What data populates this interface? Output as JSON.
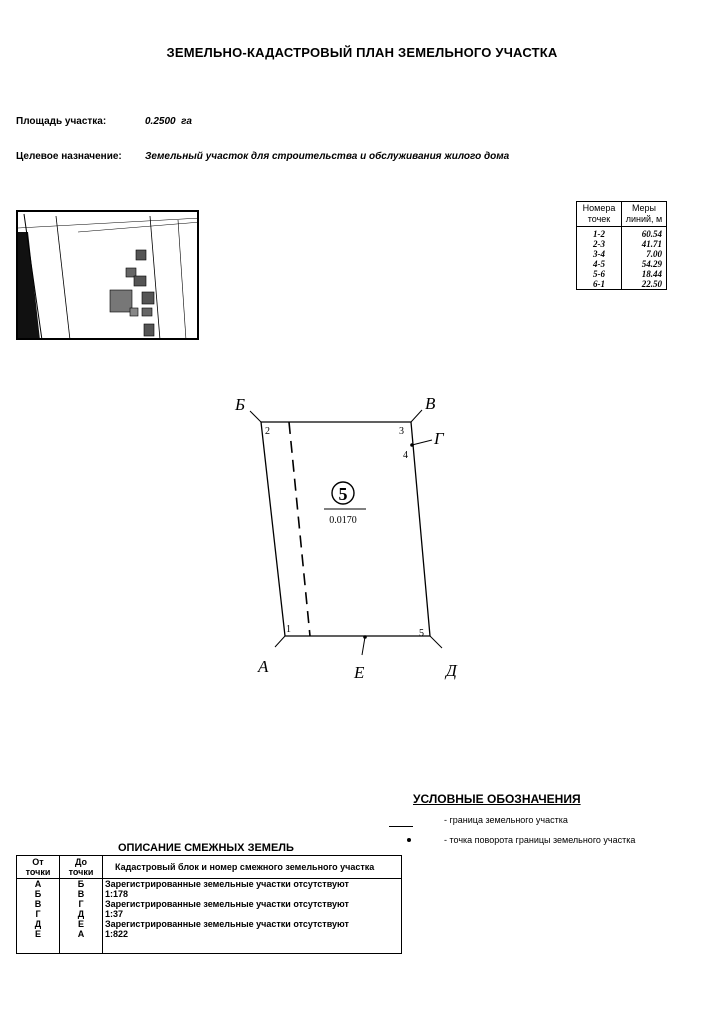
{
  "header": {
    "title": "ЗЕМЕЛЬНО-КАДАСТРОВЫЙ ПЛАН ЗЕМЕЛЬНОГО УЧАСТКА"
  },
  "info": {
    "area_label": "Площадь участка:",
    "area_value": "0.2500  га",
    "purpose_label": "Целевое назначение:",
    "purpose_value": "Земельный участок для строительства и обслуживания жилого дома"
  },
  "lengths_table": {
    "col1": "Номера точек",
    "col2": "Меры линий, м",
    "rows": [
      {
        "pair": "1-2",
        "len": "60.54"
      },
      {
        "pair": "2-3",
        "len": "41.71"
      },
      {
        "pair": "3-4",
        "len": "7.00"
      },
      {
        "pair": "4-5",
        "len": "54.29"
      },
      {
        "pair": "5-6",
        "len": "18.44"
      },
      {
        "pair": "6-1",
        "len": "22.50"
      }
    ]
  },
  "plan": {
    "plot_number": "5",
    "plot_area": "0.0170",
    "points": [
      "1",
      "2",
      "3",
      "4",
      "5"
    ],
    "letters": {
      "A": "А",
      "B": "Б",
      "V": "В",
      "G": "Г",
      "D": "Д",
      "E": "Е"
    }
  },
  "legend": {
    "title": "УСЛОВНЫЕ ОБОЗНАЧЕНИЯ",
    "boundary": "- граница земельного участка",
    "turn_point": "- точка поворота границы земельного участка"
  },
  "adjacent": {
    "title": "ОПИСАНИЕ СМЕЖНЫХ ЗЕМЕЛЬ",
    "col_from": "От точки",
    "col_to": "До точки",
    "col_desc": "Кадастровый блок и номер смежного земельного участка",
    "rows": [
      {
        "from": "А",
        "to": "Б",
        "desc": "Зарегистрированные земельные участки отсутствуют"
      },
      {
        "from": "Б",
        "to": "В",
        "desc": "1:178"
      },
      {
        "from": "В",
        "to": "Г",
        "desc": "Зарегистрированные земельные участки отсутствуют"
      },
      {
        "from": "Г",
        "to": "Д",
        "desc": "1:37"
      },
      {
        "from": "Д",
        "to": "Е",
        "desc": "Зарегистрированные земельные участки отсутствуют"
      },
      {
        "from": "Е",
        "to": "А",
        "desc": "1:822"
      }
    ]
  }
}
